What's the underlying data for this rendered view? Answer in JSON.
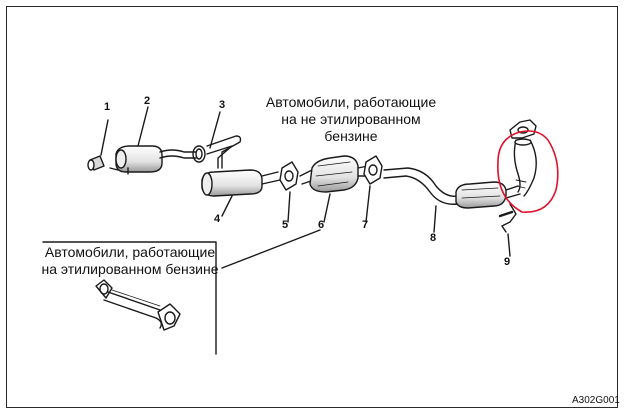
{
  "captions": {
    "unleaded": "Автомобили, работающие на не этилированном бензине",
    "leaded": "Автомобили, работающие на этилированном бензине"
  },
  "callouts": [
    {
      "id": "1",
      "text": "1"
    },
    {
      "id": "2",
      "text": "2"
    },
    {
      "id": "3",
      "text": "3"
    },
    {
      "id": "4",
      "text": "4"
    },
    {
      "id": "5",
      "text": "5"
    },
    {
      "id": "6",
      "text": "6"
    },
    {
      "id": "7",
      "text": "7"
    },
    {
      "id": "8",
      "text": "8"
    },
    {
      "id": "9",
      "text": "9"
    }
  ],
  "figure_code": "A302G001",
  "colors": {
    "line": "#1a1a1a",
    "highlight": "#e0102a",
    "shade": "#bdbdbd"
  }
}
